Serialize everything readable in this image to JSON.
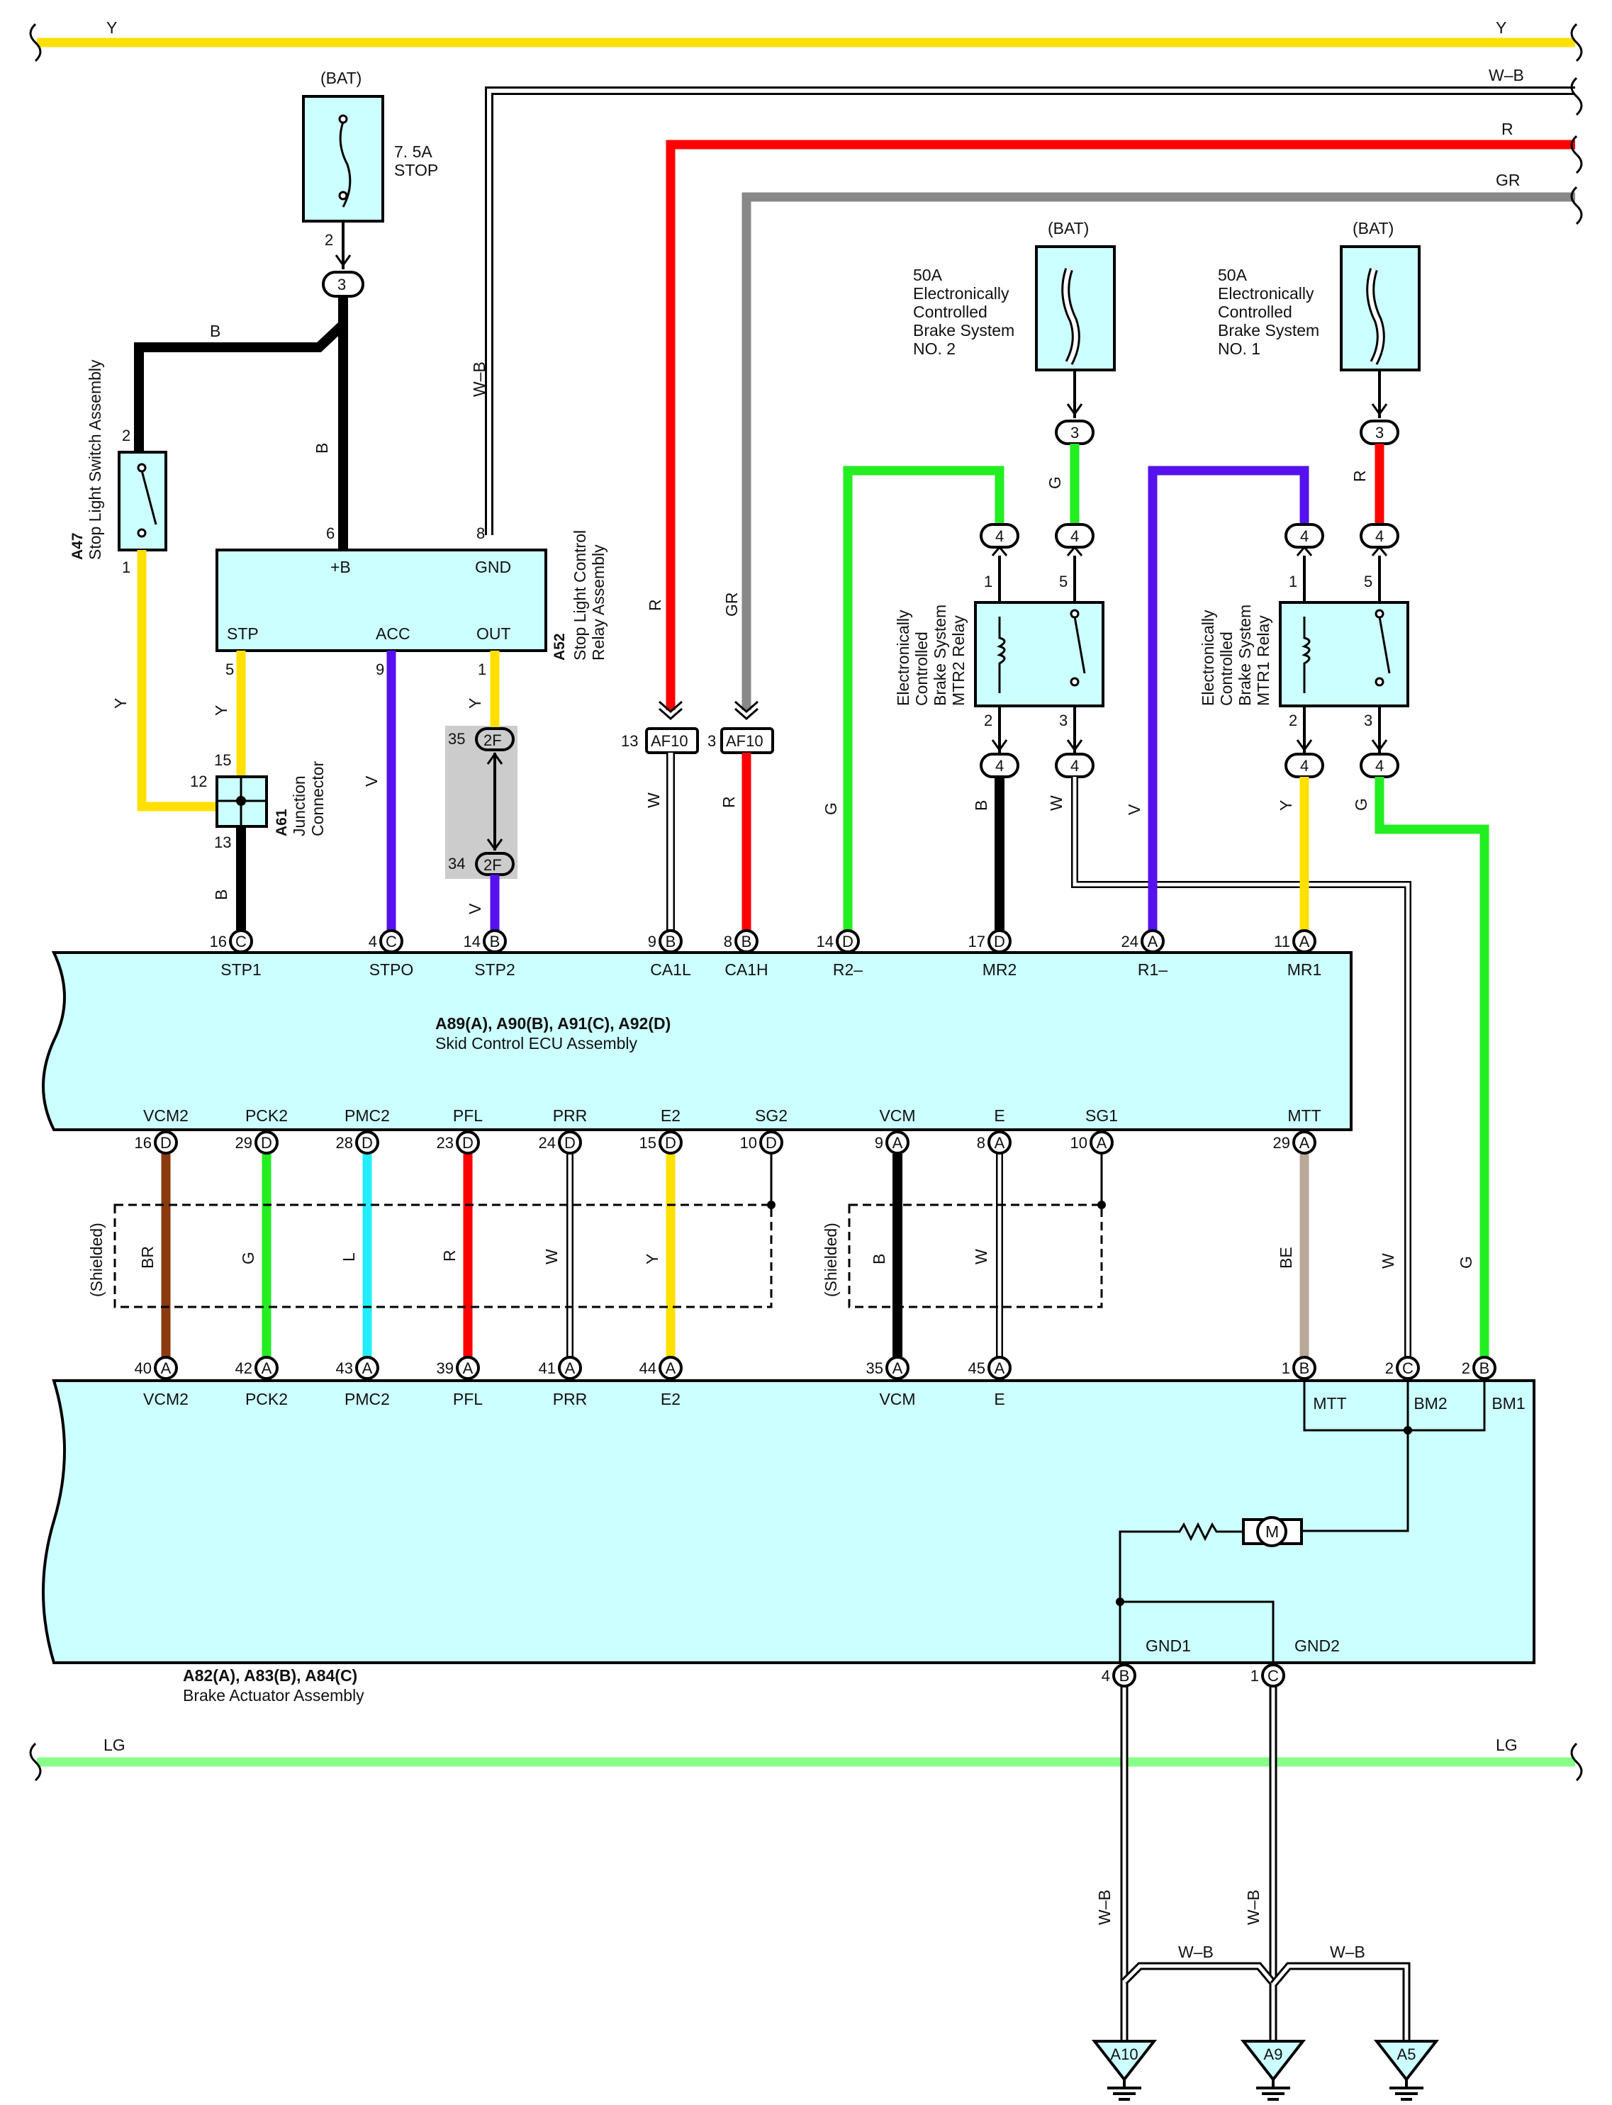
{
  "bus": {
    "top_y": "Y",
    "w_b": "W–B",
    "r": "R",
    "gr": "GR",
    "lg": "LG"
  },
  "fuses": {
    "stop_bat": "(BAT)",
    "stop_rating": "7. 5A",
    "stop_name": "STOP",
    "ecb2_bat": "(BAT)",
    "ecb2_lines": [
      "50A",
      "Electronically",
      "Controlled",
      "Brake System",
      "NO. 2"
    ],
    "ecb1_bat": "(BAT)",
    "ecb1_lines": [
      "50A",
      "Electronically",
      "Controlled",
      "Brake System",
      "NO. 1"
    ]
  },
  "a47": {
    "code": "A47",
    "name": "Stop Light Switch Assembly"
  },
  "a52": {
    "code": "A52",
    "name_lines": [
      "Stop Light Control",
      "Relay Assembly"
    ],
    "pins": {
      "plusb": "+B",
      "gnd": "GND",
      "stp": "STP",
      "acc": "ACC",
      "out": "OUT"
    }
  },
  "a61": {
    "code": "A61",
    "name_lines": [
      "Junction",
      "Connector"
    ]
  },
  "relay2": {
    "name_lines": [
      "Electronically",
      "Controlled",
      "Brake System",
      "MTR2 Relay"
    ]
  },
  "relay1": {
    "name_lines": [
      "Electronically",
      "Controlled",
      "Brake System",
      "MTR1 Relay"
    ]
  },
  "connector_labels": {
    "af10_a": "AF10",
    "af10_b": "AF10",
    "c2f_35": "2F",
    "c2f_34": "2F"
  },
  "ecu": {
    "title": "A89(A), A90(B), A91(C), A92(D)",
    "name": "Skid Control ECU Assembly",
    "top_pins": [
      {
        "num": "16",
        "conn": "C",
        "label": "STP1"
      },
      {
        "num": "4",
        "conn": "C",
        "label": "STPO"
      },
      {
        "num": "14",
        "conn": "B",
        "label": "STP2"
      },
      {
        "num": "9",
        "conn": "B",
        "label": "CA1L"
      },
      {
        "num": "8",
        "conn": "B",
        "label": "CA1H"
      },
      {
        "num": "14",
        "conn": "D",
        "label": "R2–"
      },
      {
        "num": "17",
        "conn": "D",
        "label": "MR2"
      },
      {
        "num": "24",
        "conn": "A",
        "label": "R1–"
      },
      {
        "num": "11",
        "conn": "A",
        "label": "MR1"
      }
    ],
    "bottom_pins": [
      {
        "num": "16",
        "conn": "D",
        "label": "VCM2"
      },
      {
        "num": "29",
        "conn": "D",
        "label": "PCK2"
      },
      {
        "num": "28",
        "conn": "D",
        "label": "PMC2"
      },
      {
        "num": "23",
        "conn": "D",
        "label": "PFL"
      },
      {
        "num": "24",
        "conn": "D",
        "label": "PRR"
      },
      {
        "num": "15",
        "conn": "D",
        "label": "E2"
      },
      {
        "num": "10",
        "conn": "D",
        "label": "SG2"
      },
      {
        "num": "9",
        "conn": "A",
        "label": "VCM"
      },
      {
        "num": "8",
        "conn": "A",
        "label": "E"
      },
      {
        "num": "10",
        "conn": "A",
        "label": "SG1"
      },
      {
        "num": "29",
        "conn": "A",
        "label": "MTT"
      }
    ]
  },
  "actuator": {
    "title": "A82(A), A83(B), A84(C)",
    "name": "Brake Actuator Assembly",
    "top_pins": [
      {
        "num": "40",
        "conn": "A",
        "label": "VCM2"
      },
      {
        "num": "42",
        "conn": "A",
        "label": "PCK2"
      },
      {
        "num": "43",
        "conn": "A",
        "label": "PMC2"
      },
      {
        "num": "39",
        "conn": "A",
        "label": "PFL"
      },
      {
        "num": "41",
        "conn": "A",
        "label": "PRR"
      },
      {
        "num": "44",
        "conn": "A",
        "label": "E2"
      },
      {
        "num": "35",
        "conn": "A",
        "label": "VCM"
      },
      {
        "num": "45",
        "conn": "A",
        "label": "E"
      },
      {
        "num": "1",
        "conn": "B",
        "label": "MTT"
      },
      {
        "num": "2",
        "conn": "C",
        "label": "BM2"
      },
      {
        "num": "2",
        "conn": "B",
        "label": "BM1"
      }
    ],
    "bottom_pins": [
      {
        "num": "4",
        "conn": "B",
        "label": "GND1"
      },
      {
        "num": "1",
        "conn": "C",
        "label": "GND2"
      }
    ],
    "motor": "M"
  },
  "shielded": "(Shielded)",
  "wire_labels": {
    "b": "B",
    "y": "Y",
    "v": "V",
    "w": "W",
    "r": "R",
    "gr": "GR",
    "g": "G",
    "br": "BR",
    "l": "L",
    "be": "BE",
    "wb": "W–B"
  },
  "pin_numbers": {
    "p1": "1",
    "p2": "2",
    "p3": "3",
    "p4": "4",
    "p5": "5",
    "p6": "6",
    "p8": "8",
    "p9": "9",
    "p12": "12",
    "p13": "13",
    "p15": "15",
    "p34": "34",
    "p35": "35"
  },
  "grounds": [
    "A10",
    "A9",
    "A5"
  ],
  "colors": {
    "y": "#ffe000",
    "wb": "#000000",
    "r": "#ff0000",
    "gr": "#888888",
    "lg": "#88ff88",
    "b": "#000000",
    "v": "#5511ee",
    "g": "#22ee22",
    "br": "#8b3a0f",
    "l": "#22eeff",
    "be": "#b8a898",
    "body": "#ccffff"
  }
}
